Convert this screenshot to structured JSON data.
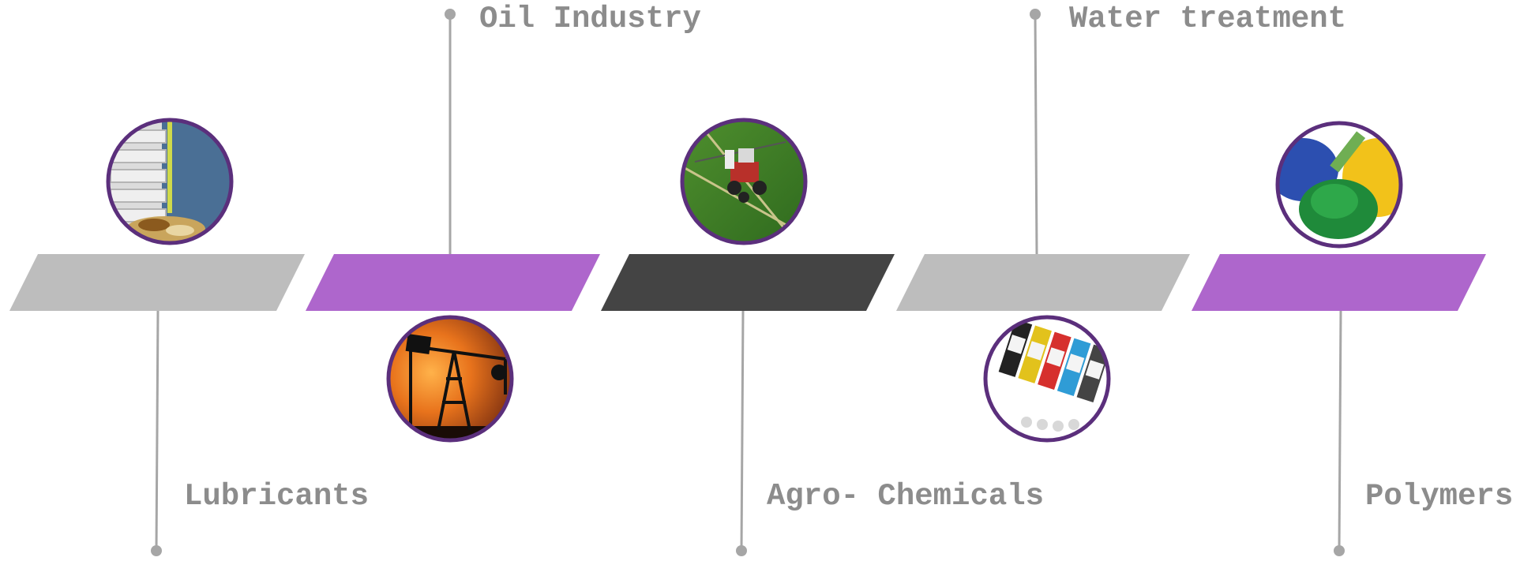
{
  "colors": {
    "gray_band": "#bdbdbd",
    "purple_band": "#ae66cc",
    "dark_band": "#444444",
    "connector": "#a6a6a6",
    "circle_border": "#5b2f7c",
    "label_text": "#8c8c8c"
  },
  "timeline": {
    "segments": [
      {
        "color": "gray"
      },
      {
        "color": "purple"
      },
      {
        "color": "dark"
      },
      {
        "color": "gray"
      },
      {
        "color": "purple"
      }
    ]
  },
  "labels": {
    "oil_industry": "Oil Industry",
    "water_treatment": "Water treatment",
    "lubricants": "Lubricants",
    "agro_chemicals": "Agro- Chemicals",
    "polymers": "Polymers"
  },
  "images": {
    "lubricants": "gear-oil-photo",
    "oil_industry": "oil-pumpjack-photo",
    "agro_chemicals": "tractor-spraying-field-photo",
    "water_treatment": "ink-cartridges-photo",
    "polymers": "polymer-granules-photo"
  }
}
